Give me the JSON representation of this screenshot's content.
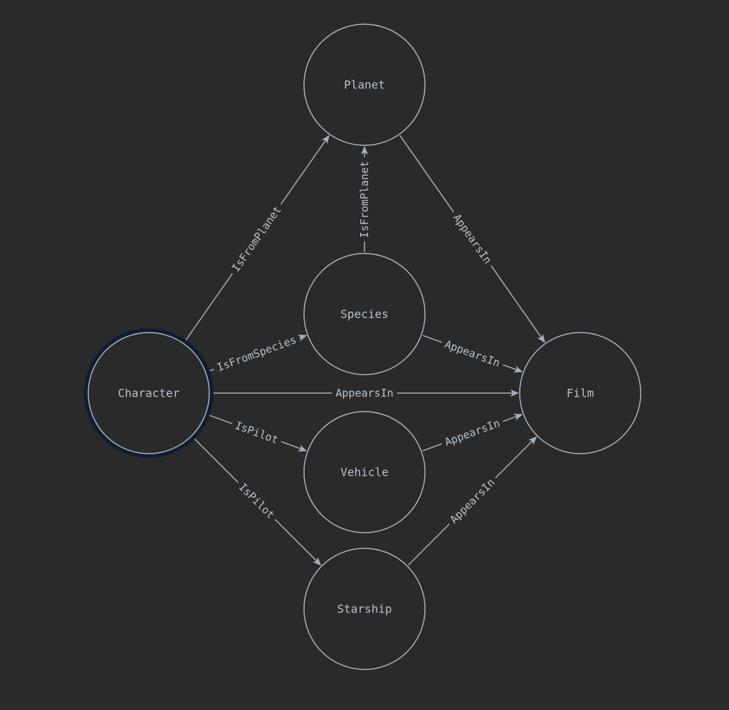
{
  "colors": {
    "background": "#2a2a2a",
    "stroke": "#a7b1bd",
    "text": "#b8c2cc",
    "selection_ring": "#0e1d33"
  },
  "graph": {
    "selected_node": "character",
    "nodes": [
      {
        "id": "planet",
        "label": "Planet"
      },
      {
        "id": "species",
        "label": "Species"
      },
      {
        "id": "character",
        "label": "Character"
      },
      {
        "id": "film",
        "label": "Film"
      },
      {
        "id": "vehicle",
        "label": "Vehicle"
      },
      {
        "id": "starship",
        "label": "Starship"
      }
    ],
    "edges": [
      {
        "id": "character-planet",
        "source": "character",
        "target": "planet",
        "label": "IsFromPlanet"
      },
      {
        "id": "species-planet",
        "source": "species",
        "target": "planet",
        "label": "IsFromPlanet"
      },
      {
        "id": "planet-film",
        "source": "planet",
        "target": "film",
        "label": "AppearsIn"
      },
      {
        "id": "character-species",
        "source": "character",
        "target": "species",
        "label": "IsFromSpecies"
      },
      {
        "id": "species-film",
        "source": "species",
        "target": "film",
        "label": "AppearsIn"
      },
      {
        "id": "character-film",
        "source": "character",
        "target": "film",
        "label": "AppearsIn"
      },
      {
        "id": "character-vehicle",
        "source": "character",
        "target": "vehicle",
        "label": "IsPilot"
      },
      {
        "id": "vehicle-film",
        "source": "vehicle",
        "target": "film",
        "label": "AppearsIn"
      },
      {
        "id": "character-starship",
        "source": "character",
        "target": "starship",
        "label": "IsPilot"
      },
      {
        "id": "starship-film",
        "source": "starship",
        "target": "film",
        "label": "AppearsIn"
      }
    ]
  }
}
